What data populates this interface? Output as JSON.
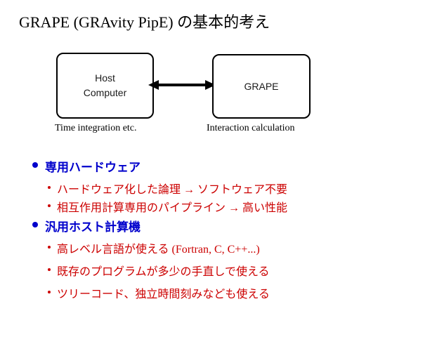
{
  "title": "GRAPE (GRAvity PipE) の基本的考え",
  "diagram": {
    "host_label": "Host\nComputer",
    "grape_label": "GRAPE",
    "host_caption": "Time integration etc.",
    "grape_caption": "Interaction calculation"
  },
  "bullets": [
    {
      "level": 1,
      "text": "専用ハードウェア"
    },
    {
      "level": 2,
      "text": "ハードウェア化した論理 → ソフトウェア不要"
    },
    {
      "level": 2,
      "text": "相互作用計算専用のパイプライン → 高い性能"
    },
    {
      "level": 1,
      "text": "汎用ホスト計算機"
    },
    {
      "level": 2,
      "text": "高レベル言語が使える (Fortran, C, C++...)"
    },
    {
      "level": 2,
      "text": "既存のプログラムが多少の手直しで使える"
    },
    {
      "level": 2,
      "text": "ツリーコード、独立時間刻みなども使える"
    }
  ],
  "colors": {
    "bullet_level1": "#0000cc",
    "bullet_level2": "#cc0000",
    "arrow": "#000000"
  }
}
